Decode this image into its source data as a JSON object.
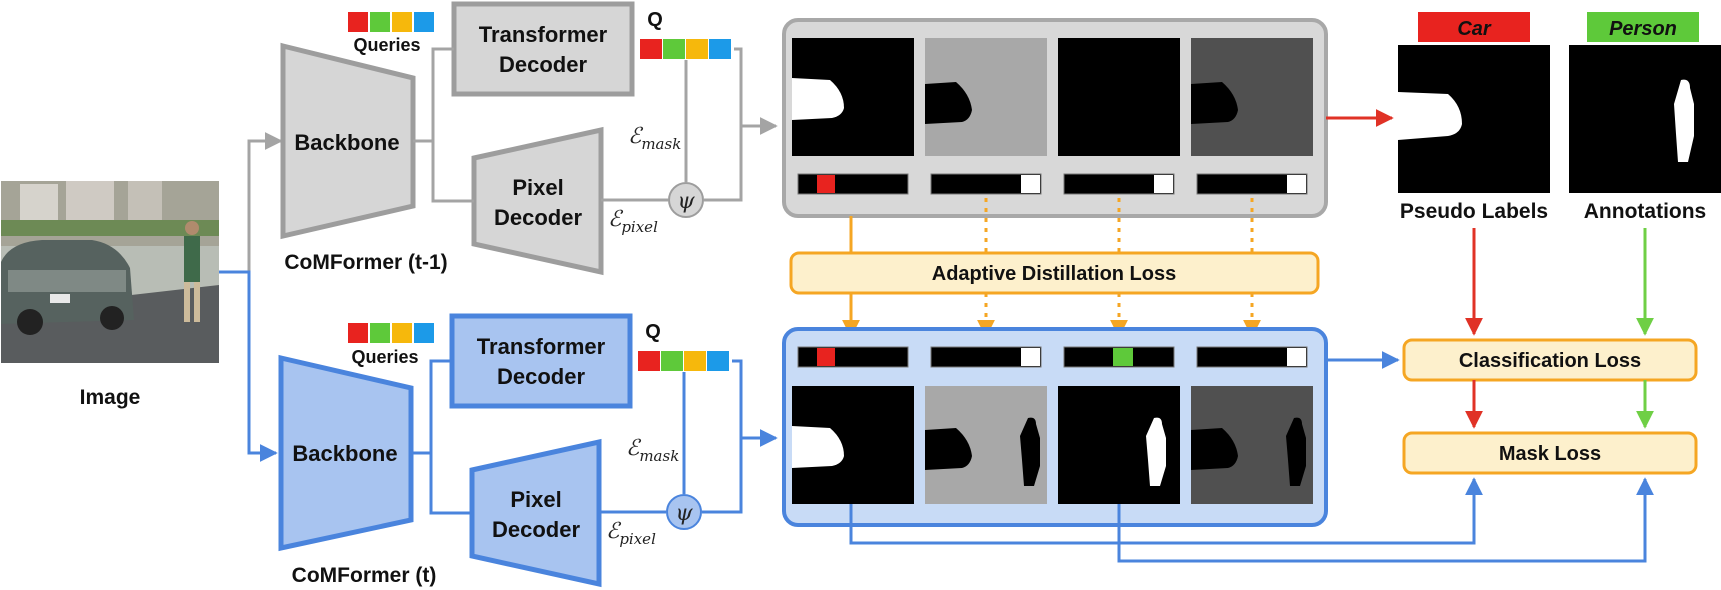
{
  "input": {
    "image_label": "Image"
  },
  "old_model": {
    "name": "CoMFormer (t-1)",
    "backbone": "Backbone",
    "transformer_decoder": [
      "Transformer",
      "Decoder"
    ],
    "pixel_decoder": [
      "Pixel",
      "Decoder"
    ],
    "queries_label": "Queries",
    "q_label": "Q",
    "e_mask": "ℰ",
    "e_mask_sub": "mask",
    "e_pixel": "ℰ",
    "e_pixel_sub": "pixel",
    "psi": "ψ"
  },
  "new_model": {
    "name": "CoMFormer (t)",
    "backbone": "Backbone",
    "transformer_decoder": [
      "Transformer",
      "Decoder"
    ],
    "pixel_decoder": [
      "Pixel",
      "Decoder"
    ],
    "queries_label": "Queries",
    "q_label": "Q",
    "e_mask": "ℰ",
    "e_mask_sub": "mask",
    "e_pixel": "ℰ",
    "e_pixel_sub": "pixel",
    "psi": "ψ"
  },
  "losses": {
    "distillation": "Adaptive Distillation Loss",
    "classification": "Classification Loss",
    "mask": "Mask Loss"
  },
  "targets": {
    "car_tag": "Car",
    "person_tag": "Person",
    "pseudo_labels": "Pseudo Labels",
    "annotations": "Annotations"
  },
  "colors": {
    "query_red": "#e8231f",
    "query_green": "#5ec93a",
    "query_yellow": "#f6b80c",
    "query_blue": "#1c9ae8",
    "old_fill": "#d6d6d6",
    "old_stroke": "#9d9d9d",
    "new_fill": "#a8c4f0",
    "new_stroke": "#4a84dd",
    "loss_fill": "#fdf0cc",
    "loss_stroke": "#f5a623",
    "arrow_red": "#e03226",
    "arrow_green": "#6fcf45"
  }
}
